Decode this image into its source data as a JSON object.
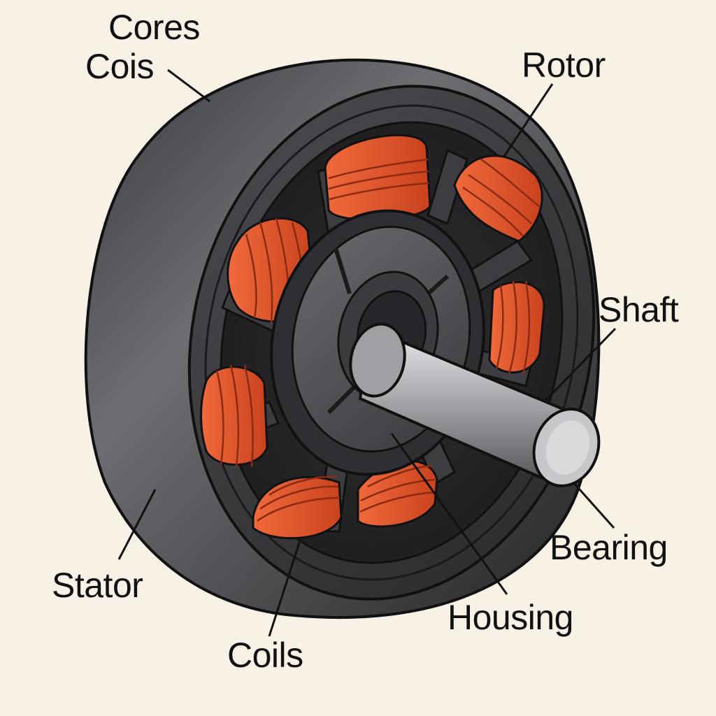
{
  "labels": {
    "cores": "Cores",
    "cois": "Cois",
    "rotor": "Rotor",
    "shaft": "Shaft",
    "bearing": "Bearing",
    "stator": "Stator",
    "housing": "Housing",
    "coils": "Coils"
  },
  "colors": {
    "background": "#f7f1e6",
    "housing_dark": "#2b2b2d",
    "housing_light": "#6d6e72",
    "coil_copper": "#e8542a",
    "coil_dark": "#a8341a",
    "shaft_steel": "#c9cacd",
    "outline": "#111111"
  }
}
